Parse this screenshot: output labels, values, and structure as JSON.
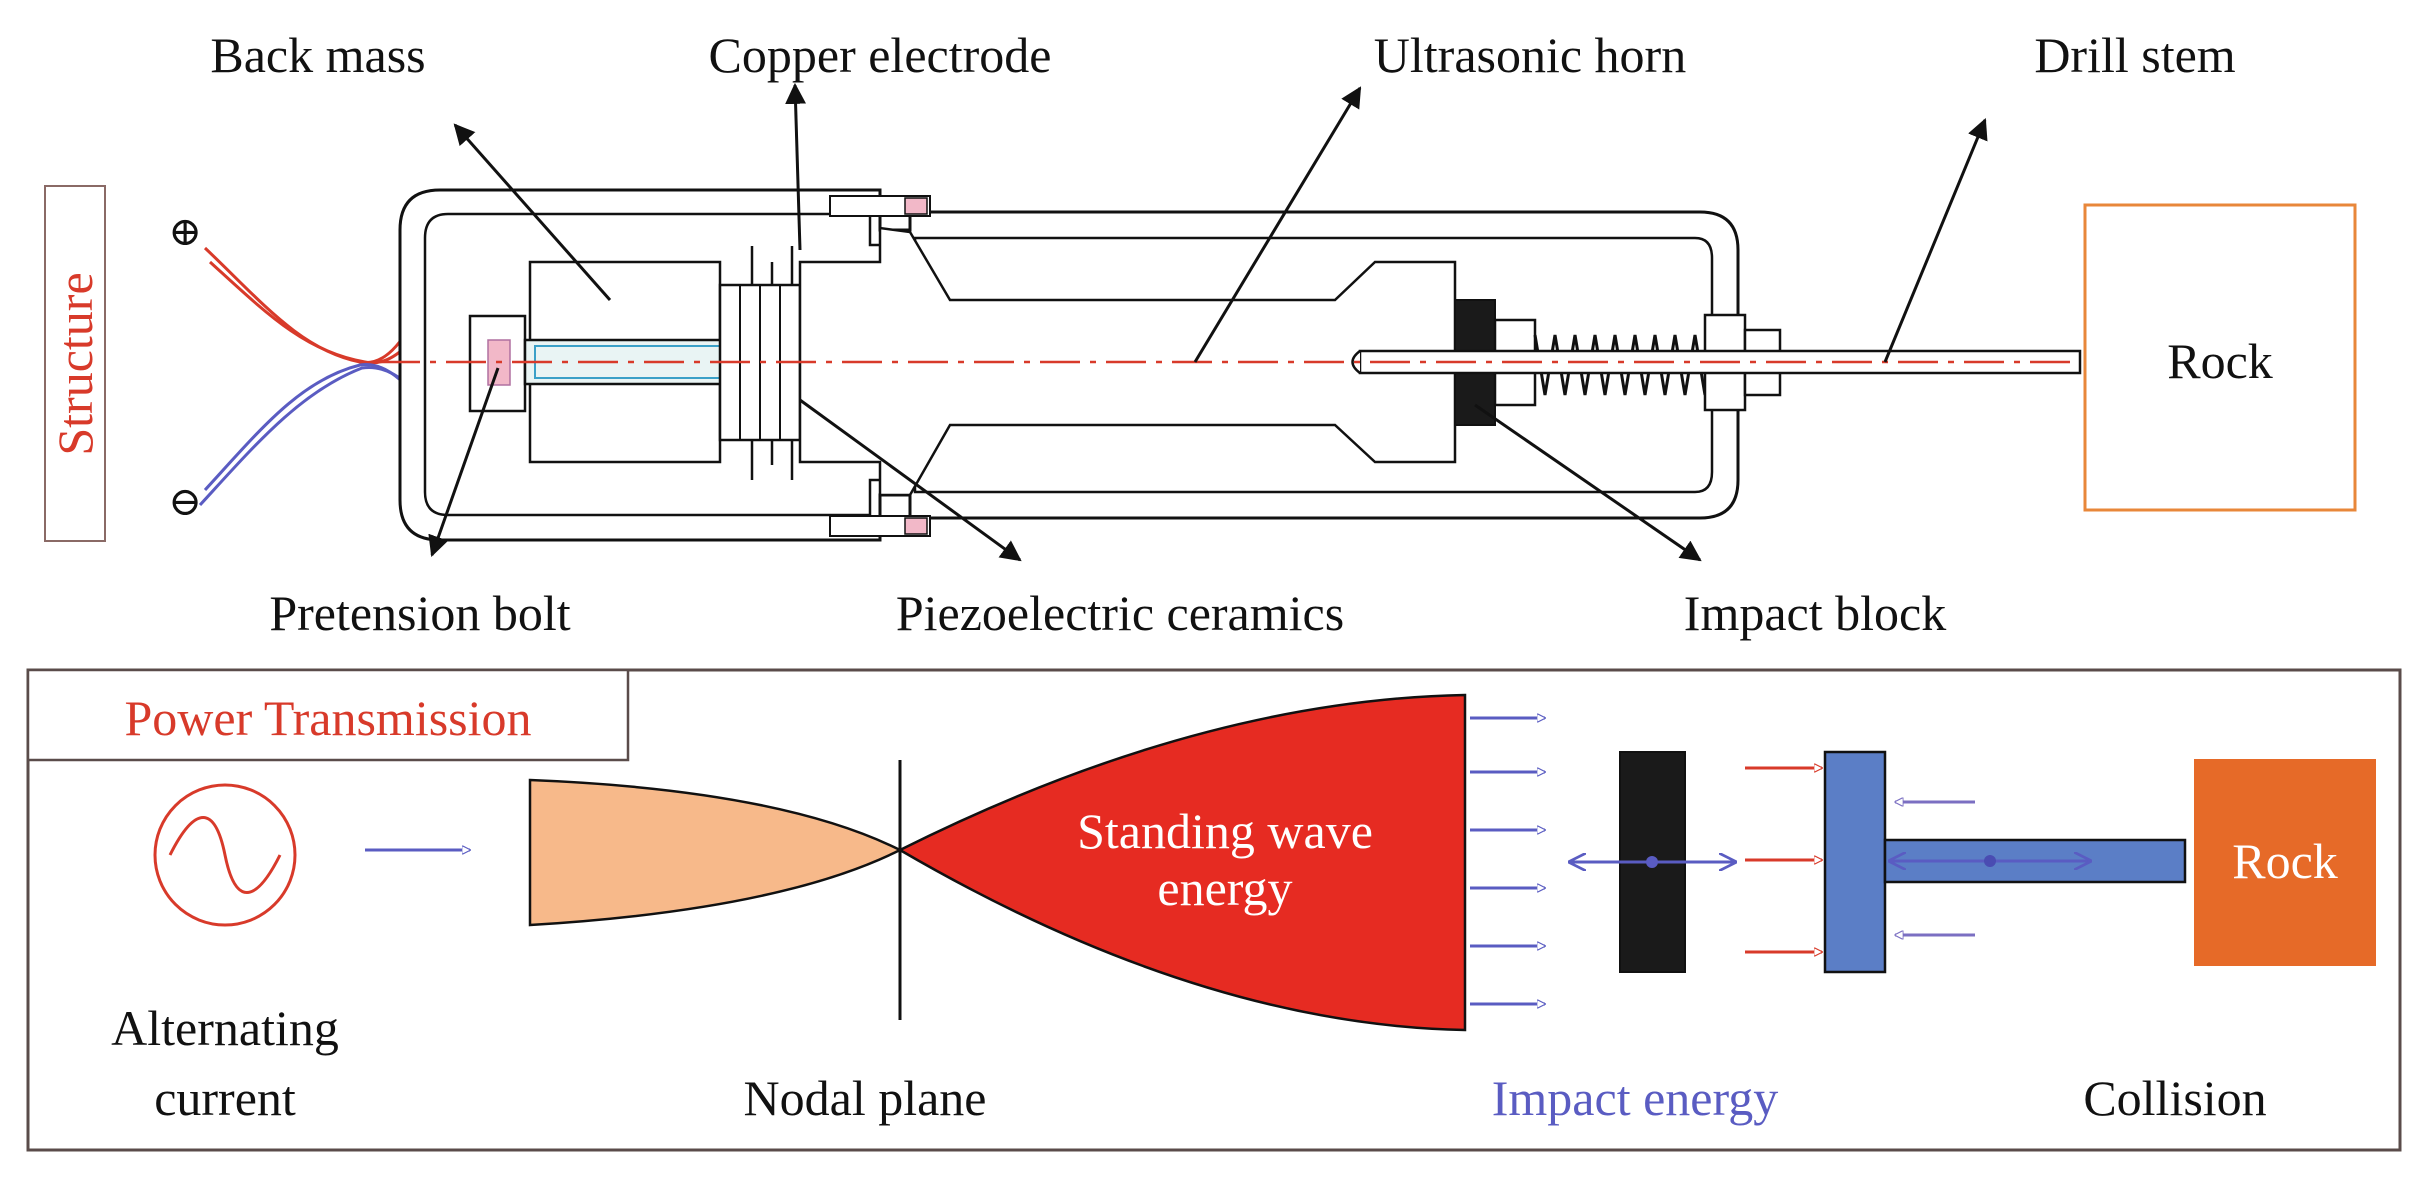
{
  "structure": {
    "section_label": "Structure",
    "labels": {
      "back_mass": "Back mass",
      "copper_electrode": "Copper electrode",
      "ultrasonic_horn": "Ultrasonic horn",
      "drill_stem": "Drill stem",
      "rock": "Rock",
      "pretension_bolt": "Pretension bolt",
      "piezoelectric_ceramics": "Piezoelectric ceramics",
      "impact_block": "Impact block"
    },
    "terminals": {
      "positive": "⊕",
      "negative": "⊖"
    }
  },
  "power_transmission": {
    "section_label": "Power Transmission",
    "labels": {
      "alternating_current_line1": "Alternating",
      "alternating_current_line2": "current",
      "nodal_plane": "Nodal plane",
      "standing_wave_line1": "Standing wave",
      "standing_wave_line2": "energy",
      "impact_energy": "Impact energy",
      "collision": "Collision",
      "rock": "Rock"
    }
  },
  "colors": {
    "red_accent": "#d83a2a",
    "blue_accent": "#5a5cc2",
    "orange_outline": "#e8873a",
    "peach_fill": "#f7b98a",
    "wave_red": "#e62b22",
    "t_blue": "#5b7ec6",
    "rock_orange": "#e66a28"
  }
}
